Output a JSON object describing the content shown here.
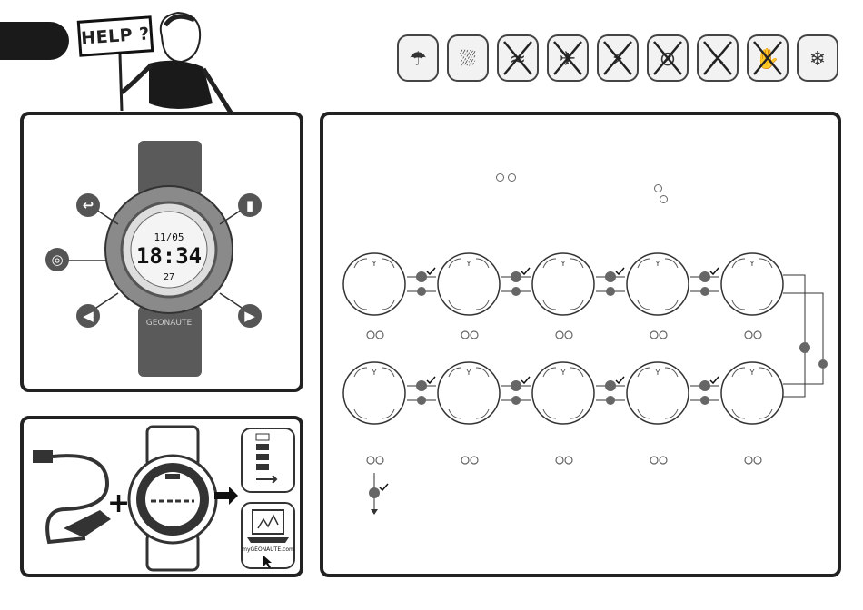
{
  "help_sign": {
    "text": "HELP ?"
  },
  "warning_icons": [
    {
      "name": "rain-umbrella-icon"
    },
    {
      "name": "shower-icon"
    },
    {
      "name": "no-swimming-icon"
    },
    {
      "name": "no-diving-icon"
    },
    {
      "name": "no-jet-ski-icon"
    },
    {
      "name": "no-impact-icon"
    },
    {
      "name": "no-sharp-tool-icon"
    },
    {
      "name": "no-solvent-icon"
    },
    {
      "name": "temperature-range-icon"
    }
  ],
  "watch": {
    "date": "11/05",
    "time": "18:34",
    "seconds": "27",
    "brand": "GEONAUTE"
  },
  "charging": {
    "site": "myGEONAUTE.com"
  },
  "colors": {
    "panel_border": "#222222",
    "button_fill": "#555555",
    "tab_black": "#1a1a1a"
  }
}
